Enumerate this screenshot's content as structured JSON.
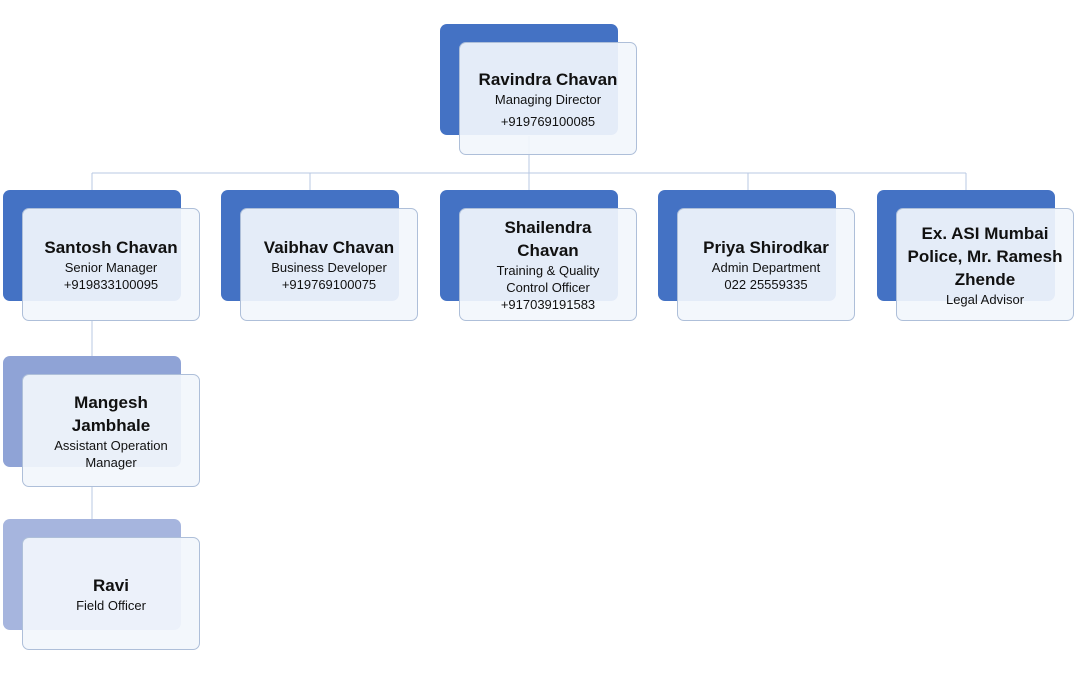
{
  "org_chart": {
    "root": {
      "name": "Ravindra Chavan",
      "role": "Managing Director",
      "phone": "+919769100085"
    },
    "reports": [
      {
        "name": "Santosh Chavan",
        "role": "Senior Manager",
        "phone": "+919833100095"
      },
      {
        "name": "Vaibhav Chavan",
        "role": "Business Developer",
        "phone": "+919769100075"
      },
      {
        "name": "Shailendra Chavan",
        "role": "Training & Quality Control Officer",
        "phone": "+917039191583"
      },
      {
        "name": "Priya Shirodkar",
        "role": "Admin Department",
        "phone": "022 25559335"
      },
      {
        "name": "Ex. ASI Mumbai Police, Mr. Ramesh Zhende",
        "role": "Legal Advisor",
        "phone": ""
      }
    ],
    "sub_reports": [
      {
        "name": "Mangesh Jambhale",
        "role": "Assistant Operation Manager",
        "phone": ""
      },
      {
        "name": "Ravi",
        "role": "Field Officer",
        "phone": ""
      }
    ]
  },
  "colors": {
    "primary_accent": "#4472c4",
    "secondary_accent": "#8fa3d6",
    "tertiary_accent": "#a6b5de",
    "card_border": "#aebfd9",
    "connector": "#b8c9e3"
  }
}
